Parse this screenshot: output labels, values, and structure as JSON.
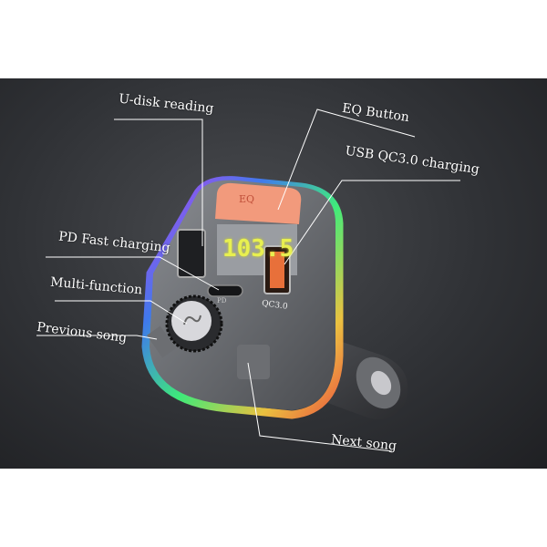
{
  "callouts": {
    "u_disk": "U-disk reading",
    "eq_button": "EQ Button",
    "usb_qc": "USB QC3.0 charging",
    "pd_fast": "PD Fast charging",
    "multi_function": "Multi-function",
    "previous_song": "Previous song",
    "next_song": "Next song"
  },
  "device": {
    "eq_label": "EQ",
    "display_frequency": "103.5",
    "pd_port_label": "PD",
    "qc_port_label": "QC3.0",
    "colors": {
      "eq_button": "#f29a7c",
      "display": "#e8f050",
      "qc_port": "#e8703a"
    }
  }
}
